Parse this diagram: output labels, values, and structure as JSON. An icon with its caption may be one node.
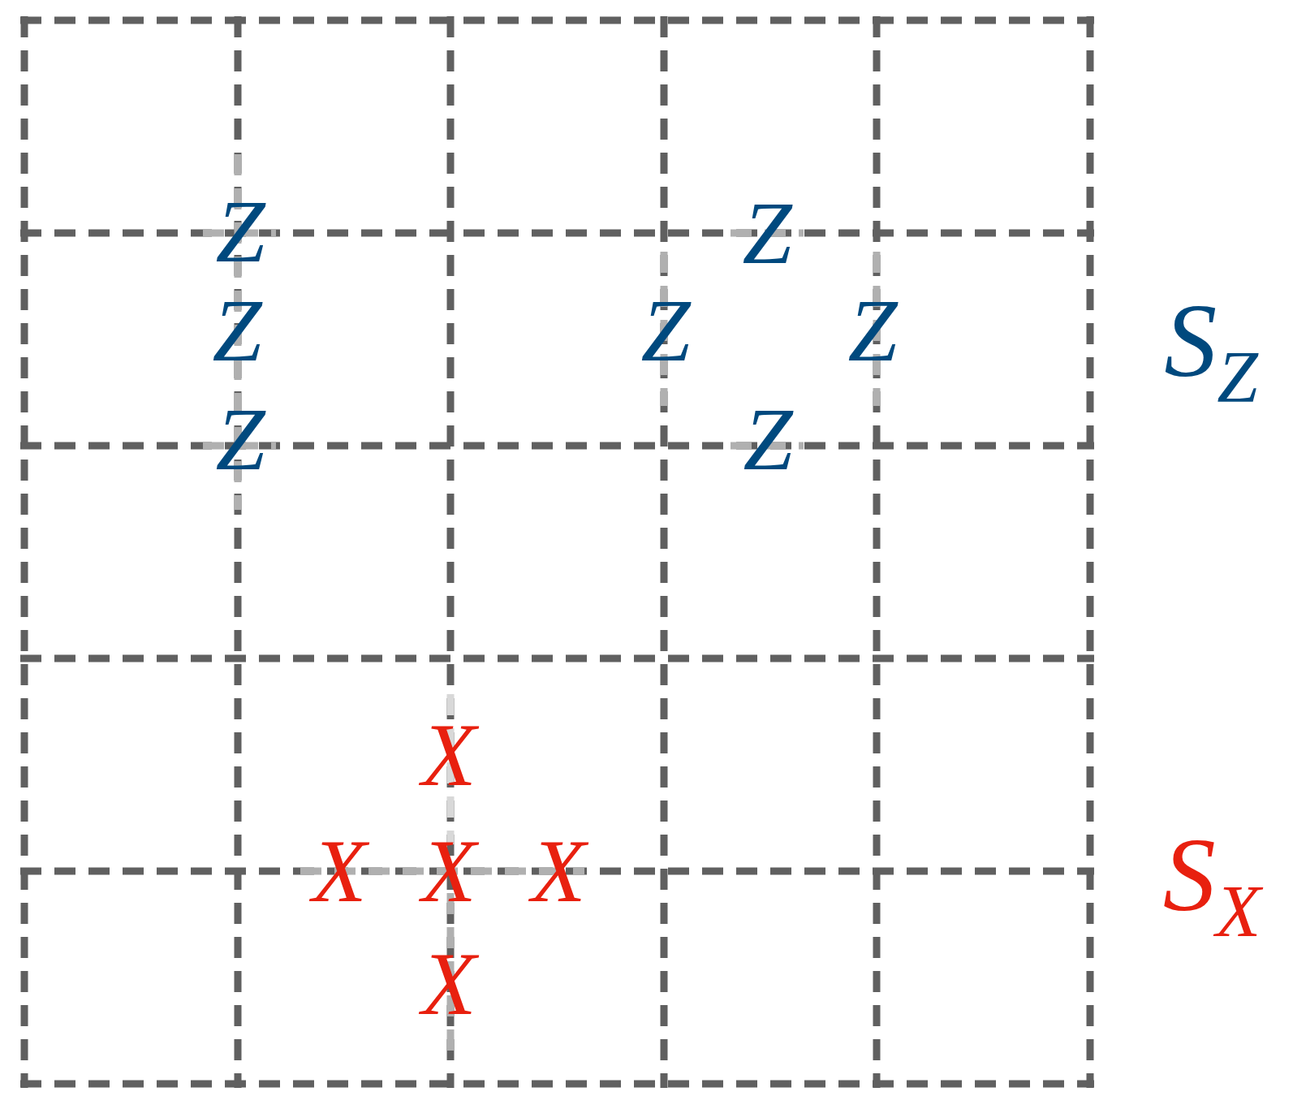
{
  "diagram": {
    "labels": [
      "Z",
      "Z",
      "Z",
      "Z",
      "Z",
      "S$_{Z}$",
      "Z",
      "Z",
      "X",
      "X",
      "X",
      "X",
      "S$_{X}$",
      "X"
    ]
  }
}
